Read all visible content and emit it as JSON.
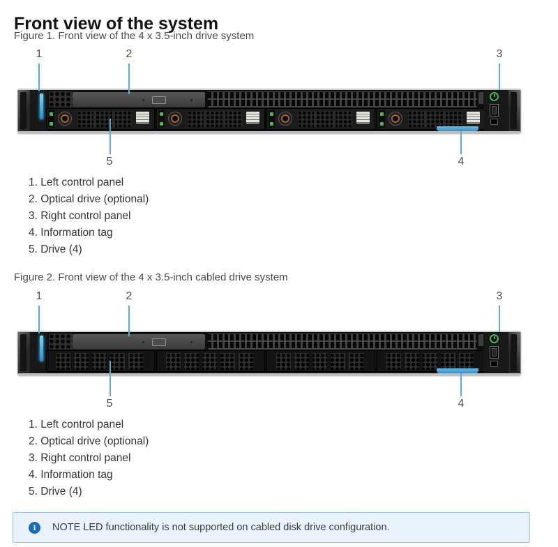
{
  "page": {
    "title": "Front view of the system"
  },
  "figure1": {
    "caption": "Figure 1. Front view of the 4 x 3.5-inch drive system",
    "callouts": {
      "n1": "1",
      "n2": "2",
      "n3": "3",
      "n4": "4",
      "n5": "5"
    },
    "items": [
      "1. Left control panel",
      "2. Optical drive (optional)",
      "3. Right control panel",
      "4. Information tag",
      "5. Drive (4)"
    ]
  },
  "figure2": {
    "caption": "Figure 2. Front view of the 4 x 3.5-inch cabled drive system",
    "callouts": {
      "n1": "1",
      "n2": "2",
      "n3": "3",
      "n4": "4",
      "n5": "5"
    },
    "items": [
      "1. Left control panel",
      "2. Optical drive (optional)",
      "3. Right control panel",
      "4. Information tag",
      "5. Drive (4)"
    ]
  },
  "note": {
    "text": "NOTE LED functionality is not supported on cabled disk drive configuration."
  },
  "colors": {
    "leader_line": "#56aede",
    "status_led_blue": "#35a7e0",
    "drive_led_green": "#3ec04a",
    "power_button_green": "#4fb457",
    "information_tag_blue": "#4aa0d8",
    "note_background": "#e9f2fa",
    "note_border": "#9fc5e0",
    "note_icon_blue": "#1b6cb5"
  }
}
